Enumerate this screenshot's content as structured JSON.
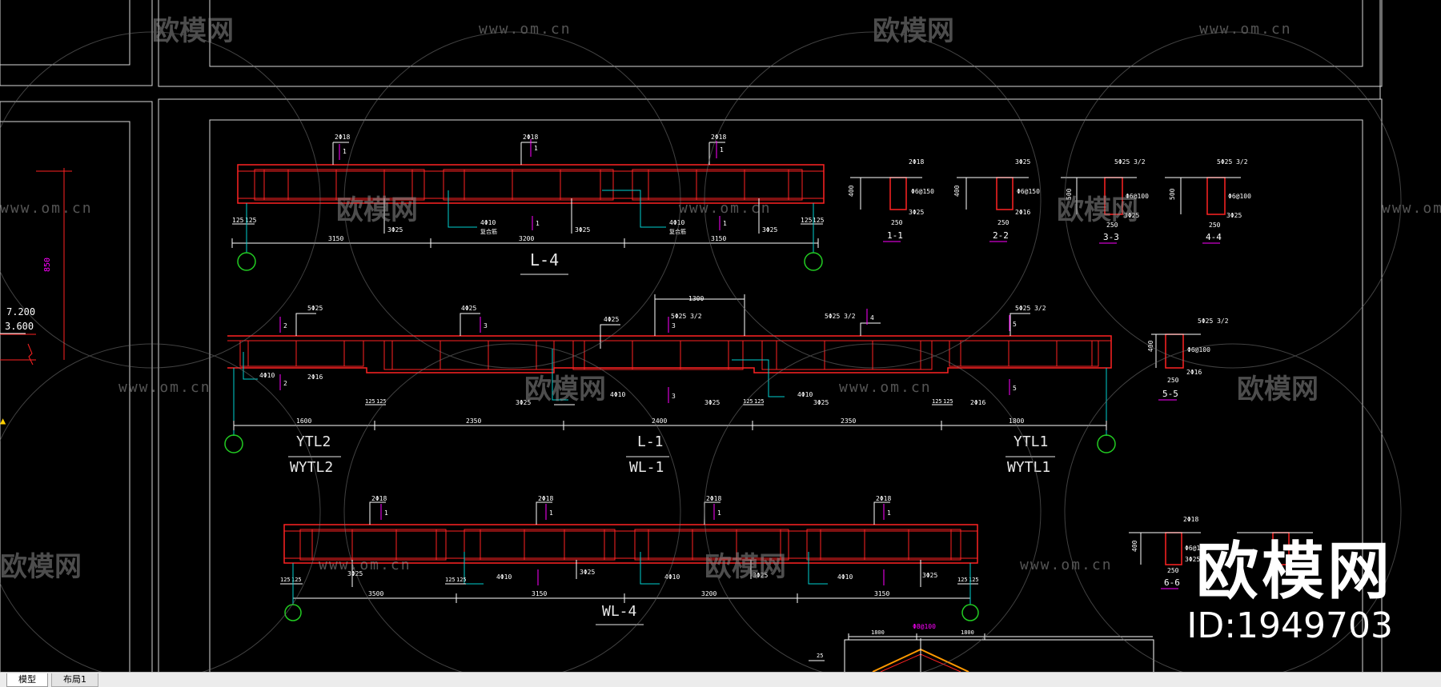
{
  "tabs": [
    {
      "label": "模型",
      "active": true
    },
    {
      "label": "布局1",
      "active": false
    }
  ],
  "watermark": {
    "name": "欧模网",
    "url": "www.om.cn",
    "id": "ID:1949703",
    "brand": "欧模网"
  },
  "colors": {
    "background": "#000000",
    "frame": "#e0e0e0",
    "beam": "#ff2222",
    "leader": "#00d0d0",
    "annotation": "#ff00ff",
    "axis": "#22cc22"
  },
  "left_panel": {
    "elev_top": "7.200",
    "elev_bottom": "3.600",
    "vert_label": "850"
  },
  "beam_L4": {
    "title": "L-4",
    "top_marks": [
      "2Φ18",
      "2Φ18",
      "2Φ18"
    ],
    "section_marks": [
      "1",
      "1",
      "1",
      "1",
      "1"
    ],
    "bottom_notes": [
      "3Φ25",
      "4Φ10",
      "3Φ25",
      "4Φ10",
      "3Φ25"
    ],
    "note_sub": [
      "复合筋",
      "复合筋"
    ],
    "support_dims": [
      "125",
      "125",
      "125",
      "125"
    ],
    "spans": [
      "3150",
      "3200",
      "3150"
    ]
  },
  "beam_L1": {
    "title": "L-1",
    "subtitle": "WL-1",
    "left_title": "YTL2",
    "left_subtitle": "WYTL2",
    "right_title": "YTL1",
    "right_subtitle": "WYTL1",
    "top_dim": "1300",
    "top_marks": [
      "5Φ25",
      "4Φ25",
      "4Φ25",
      "5Φ25 3/2",
      "5Φ25 3/2",
      "5Φ25 3/2"
    ],
    "section_marks": [
      "2",
      "3",
      "3",
      "4",
      "5",
      "2",
      "3",
      "5"
    ],
    "bottom_notes": [
      "4Φ10",
      "2Φ16",
      "3Φ25",
      "4Φ10",
      "3Φ25",
      "4Φ10",
      "3Φ25",
      "2Φ16"
    ],
    "support_dims": [
      "125",
      "125",
      "125",
      "125",
      "125",
      "125"
    ],
    "spans": [
      "1600",
      "2350",
      "2400",
      "2350",
      "1800"
    ]
  },
  "beam_WL4": {
    "title": "WL-4",
    "top_marks": [
      "2Φ18",
      "2Φ18",
      "2Φ18",
      "2Φ18"
    ],
    "section_marks": [
      "1",
      "1",
      "1",
      "1"
    ],
    "bottom_notes": [
      "3Φ25",
      "4Φ10",
      "3Φ25",
      "4Φ10",
      "3Φ25",
      "4Φ10",
      "3Φ25"
    ],
    "support_dims": [
      "125",
      "125",
      "125",
      "125",
      "125",
      "125"
    ],
    "spans": [
      "3500",
      "3150",
      "3200",
      "3150"
    ]
  },
  "sections": [
    {
      "label": "1-1",
      "width": "250",
      "height": "400",
      "top": "2Φ18",
      "side": "Φ6@150",
      "bottom": "3Φ25"
    },
    {
      "label": "2-2",
      "width": "250",
      "height": "400",
      "top": "3Φ25",
      "side": "Φ6@150",
      "bottom": "2Φ16"
    },
    {
      "label": "3-3",
      "width": "250",
      "height": "500",
      "top": "5Φ25 3/2",
      "side": "Φ6@100",
      "bottom": "3Φ25"
    },
    {
      "label": "4-4",
      "width": "250",
      "height": "500",
      "top": "5Φ25 3/2",
      "side": "Φ6@100",
      "bottom": "3Φ25"
    },
    {
      "label": "5-5",
      "width": "250",
      "height": "400",
      "top": "5Φ25 3/2",
      "side": "Φ6@100",
      "bottom": "2Φ16"
    },
    {
      "label": "6-6",
      "width": "250",
      "height": "400",
      "top": "2Φ18",
      "side": "Φ6@150",
      "bottom": "3Φ25"
    }
  ],
  "bottom_detail": {
    "note": "Φ8@100",
    "dims": [
      "1800",
      "1800"
    ],
    "small": "25"
  }
}
